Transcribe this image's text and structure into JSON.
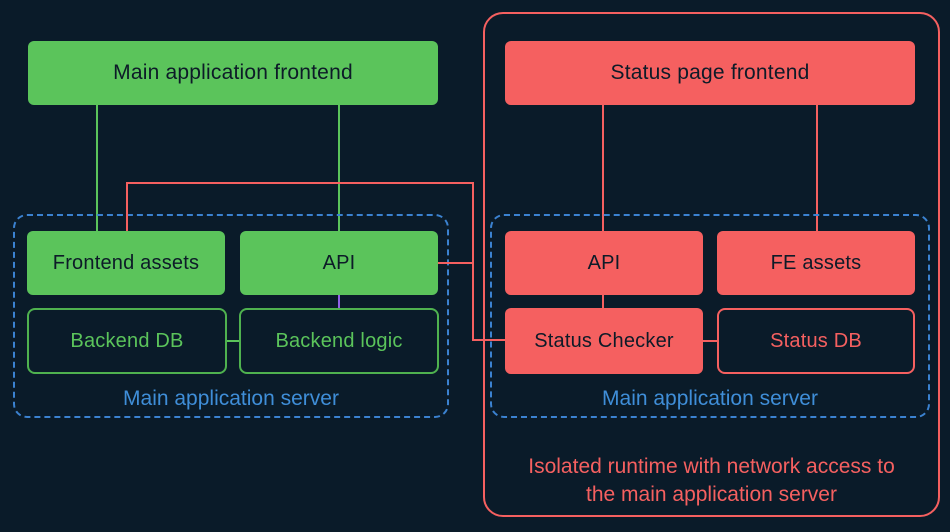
{
  "colors": {
    "background": "#0a1b29",
    "green": "#5bc45b",
    "red": "#f56060",
    "blue_dashed_border": "#3b82d0",
    "blue_label": "#3f8ed8",
    "purple_connector": "#9061e8",
    "dark_text_on_fill": "#0d1b28"
  },
  "left": {
    "frontend_label": "Main application frontend",
    "server_label": "Main application server",
    "boxes": {
      "frontend_assets": "Frontend assets",
      "api": "API",
      "backend_db": "Backend DB",
      "backend_logic": "Backend logic"
    }
  },
  "right": {
    "frontend_label": "Status page frontend",
    "server_label": "Main application server",
    "boxes": {
      "api": "API",
      "fe_assets": "FE assets",
      "status_checker": "Status Checker",
      "status_db": "Status DB"
    },
    "caption_line1": "Isolated runtime with network access to",
    "caption_line2": "the main application server"
  }
}
